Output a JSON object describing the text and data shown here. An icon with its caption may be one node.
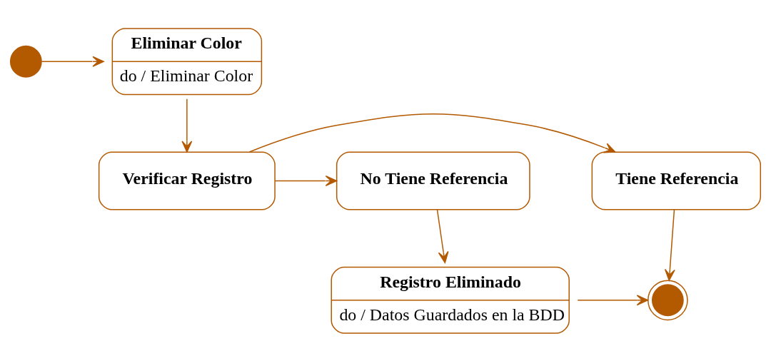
{
  "diagram": {
    "nodes": [
      {
        "text": [],
        "shape": "circle"
      },
      {
        "text": [
          "Eliminar Color",
          "do / Eliminar Color"
        ]
      },
      {
        "text": [
          "No Tiene Referencia"
        ]
      },
      {
        "text": [
          "Verificar Registro"
        ]
      },
      {
        "text": [
          "Tiene Referencia"
        ]
      },
      {
        "text": [
          "Registro Eliminado",
          "do / Datos Guardados en la BDD"
        ]
      },
      {
        "text": [],
        "shape": "circle"
      }
    ],
    "edges": [
      {
        "from": 0,
        "to": 1,
        "arrow": "to"
      },
      {
        "from": 1,
        "to": 3,
        "arrow": "to"
      },
      {
        "from": 3,
        "to": 2,
        "arrow": "to"
      },
      {
        "from": 3,
        "to": 4,
        "arrow": "to"
      },
      {
        "from": 2,
        "to": 5,
        "arrow": "to"
      },
      {
        "from": 4,
        "to": 6,
        "arrow": "to"
      },
      {
        "from": 5,
        "to": 6,
        "arrow": "to"
      }
    ]
  }
}
